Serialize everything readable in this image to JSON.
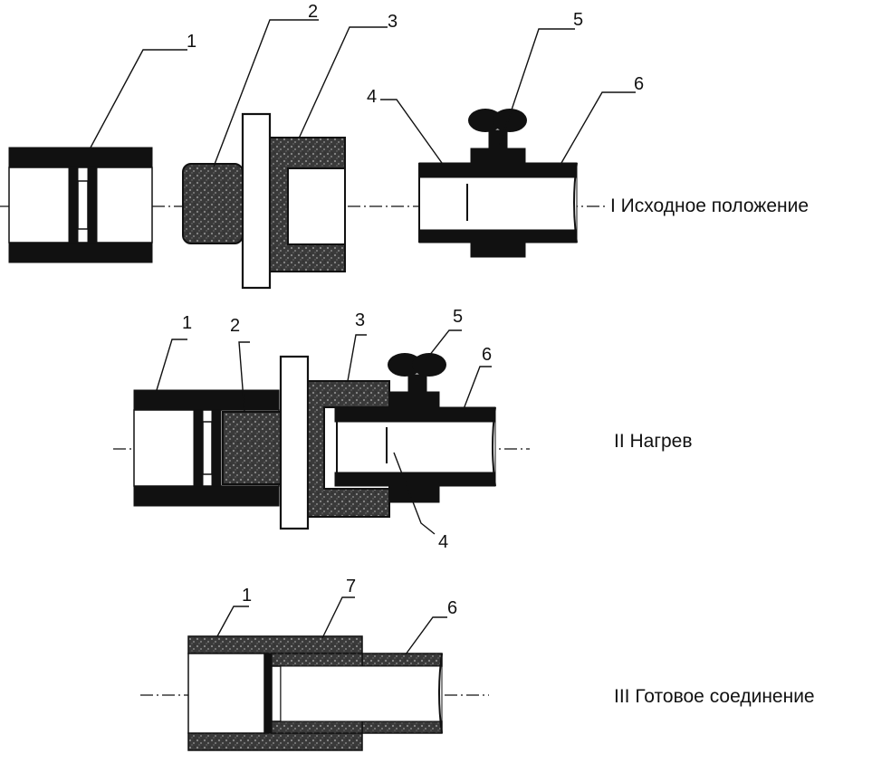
{
  "stages": {
    "s1": "I Исходное положение",
    "s2": "II Нагрев",
    "s3": "III Готовое соединение"
  },
  "labels": {
    "s1": [
      "1",
      "2",
      "3",
      "4",
      "5",
      "6"
    ],
    "s2": [
      "1",
      "2",
      "3",
      "5",
      "6",
      "4"
    ],
    "s3": [
      "1",
      "7",
      "6"
    ]
  },
  "colors": {
    "ink": "#111111",
    "speckle": "#444444",
    "background": "#ffffff"
  }
}
